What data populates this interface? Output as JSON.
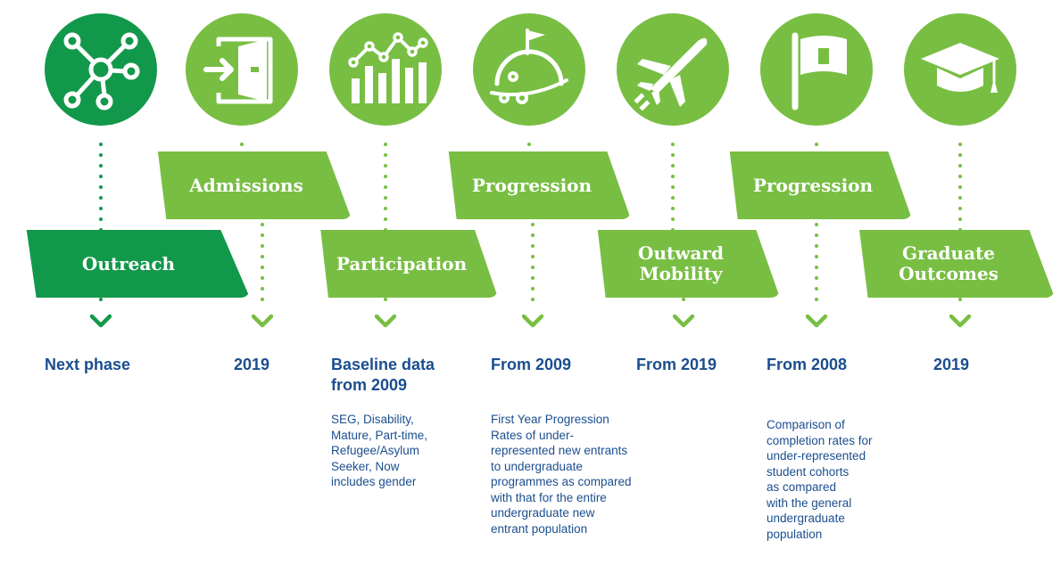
{
  "colors": {
    "accent": "#78be43",
    "dark_accent": "#12984a",
    "text": "#1b4e8f"
  },
  "steps": [
    {
      "icon": "network-hub-icon",
      "banner": "Outreach",
      "heading": "Next phase",
      "detail": ""
    },
    {
      "icon": "door-entry-icon",
      "banner": "Admissions",
      "heading": "2019",
      "detail": ""
    },
    {
      "icon": "bar-line-chart-icon",
      "banner": "Participation",
      "heading": "Baseline data\nfrom 2009",
      "detail": "SEG, Disability,\nMature, Part-time,\nRefugee/Asylum\nSeeker, Now\nincludes gender"
    },
    {
      "icon": "planet-flag-icon",
      "banner": "Progression",
      "heading": "From 2009",
      "detail": "First Year Progression\nRates of under-\nrepresented new entrants\nto undergraduate\nprogrammes as compared\nwith that for the entire\nundergraduate new\nentrant population"
    },
    {
      "icon": "airplane-icon",
      "banner": "Outward\nMobility",
      "heading": "From 2019",
      "detail": ""
    },
    {
      "icon": "flag-icon",
      "banner": "Progression",
      "heading": "From 2008",
      "detail": "Comparison of\ncompletion rates for\nunder-represented\nstudent cohorts\nas compared\nwith the general\nundergraduate\npopulation"
    },
    {
      "icon": "graduation-cap-icon",
      "banner": "Graduate\nOutcomes",
      "heading": "2019",
      "detail": ""
    }
  ]
}
